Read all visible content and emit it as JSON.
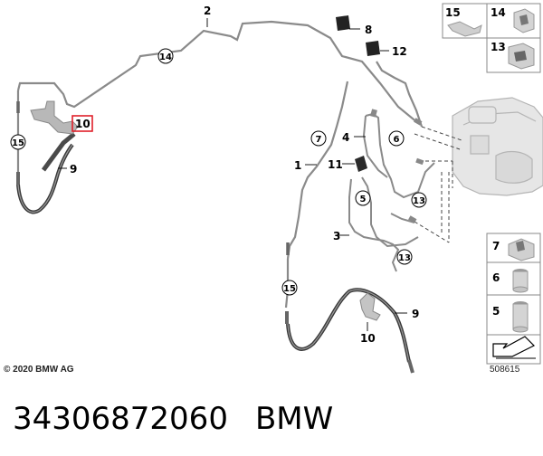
{
  "labels": {
    "l1": "1",
    "l2": "2",
    "l3": "3",
    "l4": "4",
    "l5a": "5",
    "l5b": "5",
    "l6a": "6",
    "l6b": "6",
    "l7a": "7",
    "l7b": "7",
    "l8": "8",
    "l9a": "9",
    "l9b": "9",
    "l10a": "10",
    "l10b": "10",
    "l11": "11",
    "l12": "12",
    "l13a": "13",
    "l13b": "13",
    "l13c": "13",
    "l14a": "14",
    "l14b": "14",
    "l15a": "15",
    "l15b": "15",
    "l15c": "15"
  },
  "copyright": "© 2020 BMW AG",
  "diagram_id": "508615",
  "footer": {
    "part_number": "34306872060",
    "brand": "BMW"
  },
  "colors": {
    "highlight": "#e0202a",
    "line": "#777777",
    "box_border": "#888888"
  }
}
